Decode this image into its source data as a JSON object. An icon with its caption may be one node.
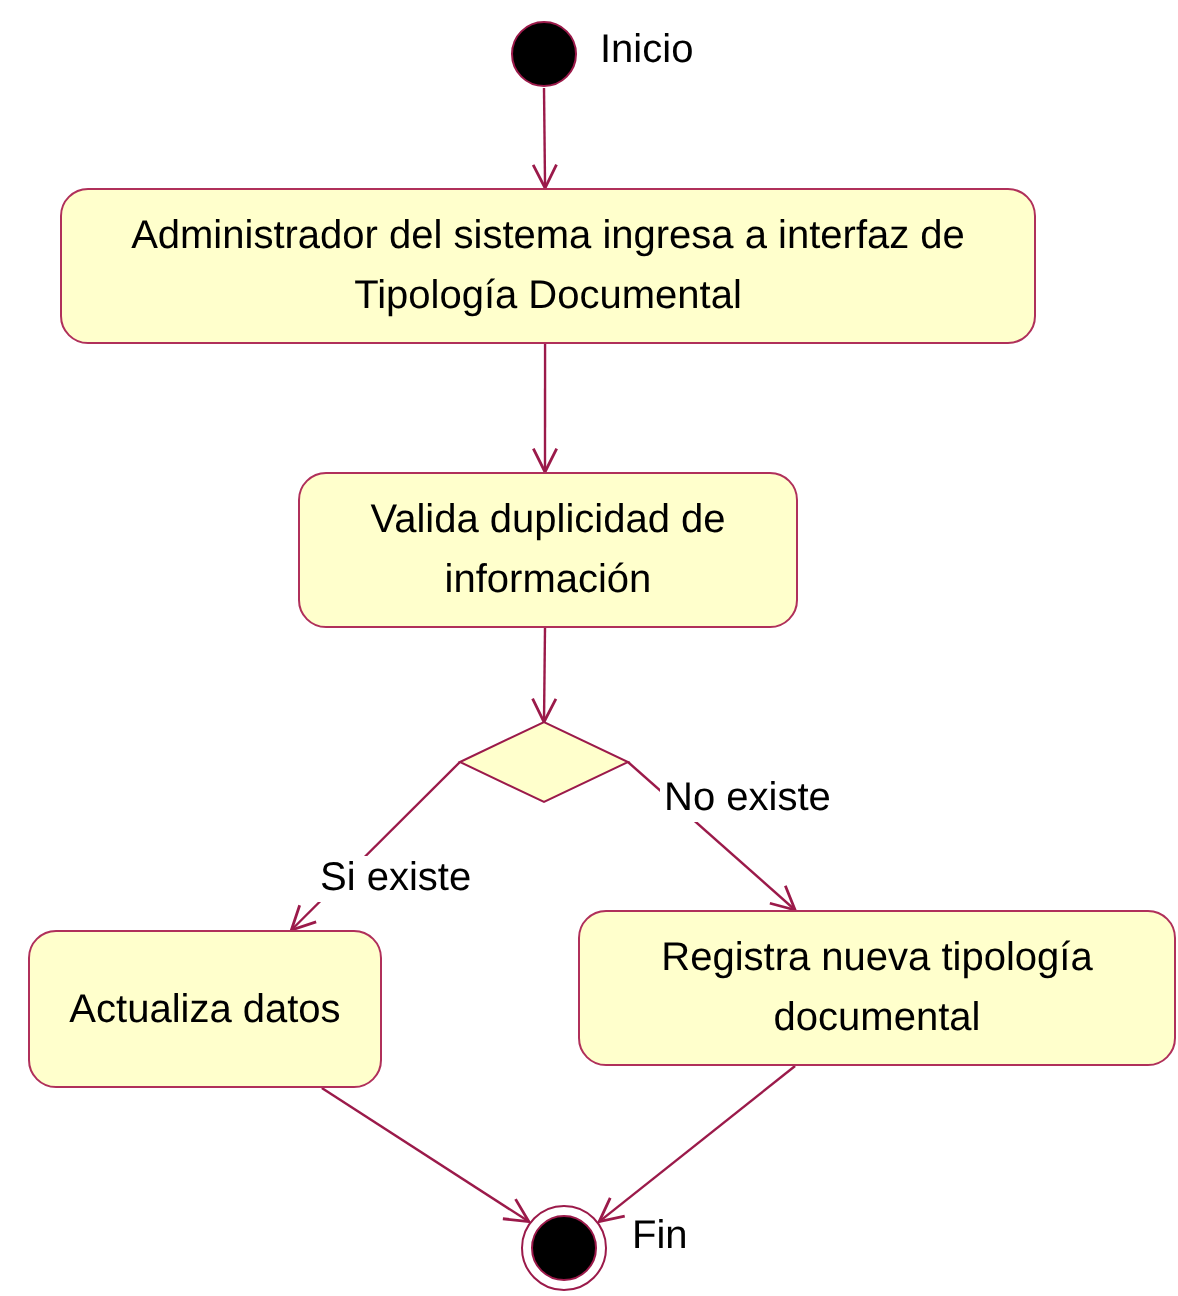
{
  "diagram": {
    "nodes": [
      {
        "text": [],
        "shape": "circle",
        "beside": [
          "Inicio"
        ]
      },
      {
        "text": [
          "Administrador del sistema ingresa a interfaz de Tipología Documental"
        ]
      },
      {
        "text": [
          "Valida duplicidad de información"
        ]
      },
      {
        "text": [],
        "shape": "diamond"
      },
      {
        "text": [
          "Actualiza datos"
        ]
      },
      {
        "text": [
          "Registra nueva tipología documental"
        ]
      },
      {
        "text": [],
        "shape": "circle",
        "beside": [
          "Fin"
        ]
      }
    ],
    "edges": [
      {
        "from": 0,
        "to": 1,
        "arrow": "to"
      },
      {
        "from": 1,
        "to": 2,
        "arrow": "to"
      },
      {
        "from": 2,
        "to": 3,
        "arrow": "to"
      },
      {
        "from": 3,
        "to": 4,
        "arrow": "to",
        "label": "Si existe"
      },
      {
        "from": 3,
        "to": 5,
        "arrow": "to",
        "label": "No existe"
      },
      {
        "from": 4,
        "to": 6,
        "arrow": "to"
      },
      {
        "from": 5,
        "to": 6,
        "arrow": "to"
      }
    ]
  }
}
